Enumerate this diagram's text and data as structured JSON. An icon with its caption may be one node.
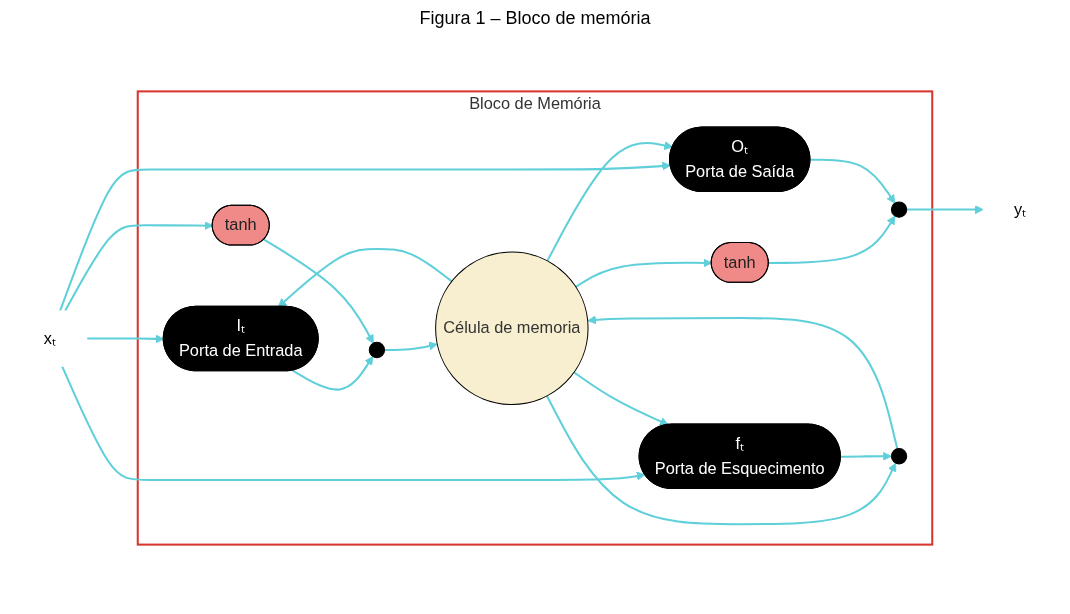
{
  "diagram": {
    "title": "Figura 1 – Bloco de memória",
    "nodes": [
      {
        "text": [
          "Bloco de Memória"
        ]
      },
      {
        "text": [
          "xₜ"
        ]
      },
      {
        "text": [
          "Oₜ",
          "Porta de Saída"
        ],
        "in": 0
      },
      {
        "text": [
          "Iₜ",
          "Porta de Entrada"
        ],
        "in": 0
      },
      {
        "text": [
          "tanh"
        ],
        "in": 0
      },
      {
        "text": [],
        "shape": "circle",
        "in": 0
      },
      {
        "text": [
          "Célula de memoria"
        ],
        "in": 0
      },
      {
        "text": [
          "tanh"
        ],
        "in": 0
      },
      {
        "text": [],
        "shape": "circle",
        "in": 0
      },
      {
        "text": [],
        "shape": "circle",
        "in": 0
      },
      {
        "text": [
          "fₜ",
          "Porta de Esquecimento"
        ],
        "in": 0
      },
      {
        "text": [
          "yₜ"
        ]
      }
    ],
    "edges": [
      {
        "from": 1,
        "to": 4,
        "arrow": "to"
      },
      {
        "from": 1,
        "to": 3,
        "arrow": "to"
      },
      {
        "from": 1,
        "to": 10,
        "arrow": "to"
      },
      {
        "from": 1,
        "to": 2,
        "arrow": "to"
      },
      {
        "from": 3,
        "to": 5,
        "arrow": "to"
      },
      {
        "from": 4,
        "to": 5,
        "arrow": "to"
      },
      {
        "from": 5,
        "to": 6,
        "arrow": "to"
      },
      {
        "from": 6,
        "to": 3,
        "arrow": "to"
      },
      {
        "from": 6,
        "to": 2,
        "arrow": "to"
      },
      {
        "from": 6,
        "to": 7,
        "arrow": "to"
      },
      {
        "from": 7,
        "to": 8,
        "arrow": "to"
      },
      {
        "from": 2,
        "to": 8,
        "arrow": "to"
      },
      {
        "from": 8,
        "to": 11,
        "arrow": "to"
      },
      {
        "from": 6,
        "to": 9,
        "arrow": "to"
      },
      {
        "from": 9,
        "to": 6,
        "arrow": "to"
      },
      {
        "from": 10,
        "to": 9,
        "arrow": "to"
      },
      {
        "from": 6,
        "to": 10,
        "arrow": "to"
      }
    ]
  }
}
